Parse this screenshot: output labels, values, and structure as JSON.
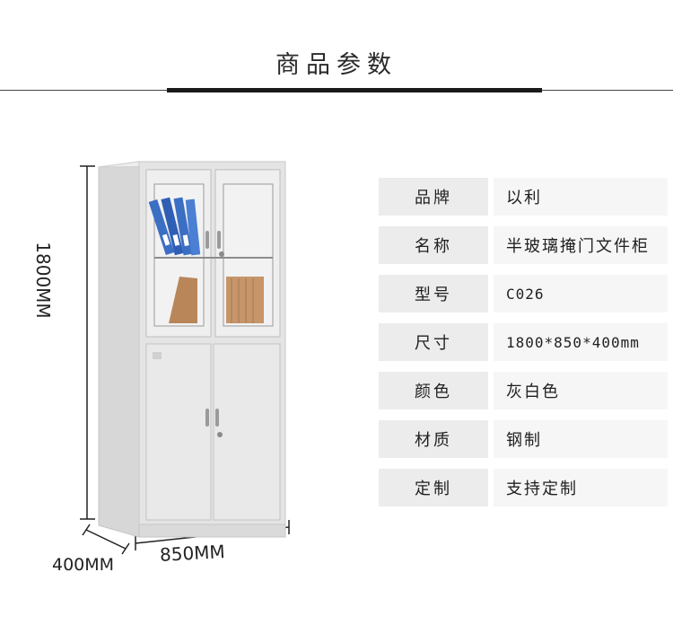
{
  "header": {
    "title": "商品参数"
  },
  "specs": [
    {
      "label": "品牌",
      "value": "以利"
    },
    {
      "label": "名称",
      "value": "半玻璃掩门文件柜"
    },
    {
      "label": "型号",
      "value": "C026"
    },
    {
      "label": "尺寸",
      "value": "1800*850*400mm"
    },
    {
      "label": "颜色",
      "value": "灰白色"
    },
    {
      "label": "材质",
      "value": "钢制"
    },
    {
      "label": "定制",
      "value": "支持定制"
    }
  ],
  "dimensions": {
    "height": "1800MM",
    "width": "850MM",
    "depth": "400MM"
  },
  "colors": {
    "cabinet": "#e6e6e6",
    "label_bg": "#ececec",
    "value_bg": "#f6f6f6",
    "folder_blue": "#3b6fc4",
    "box_brown": "#b9865a"
  }
}
